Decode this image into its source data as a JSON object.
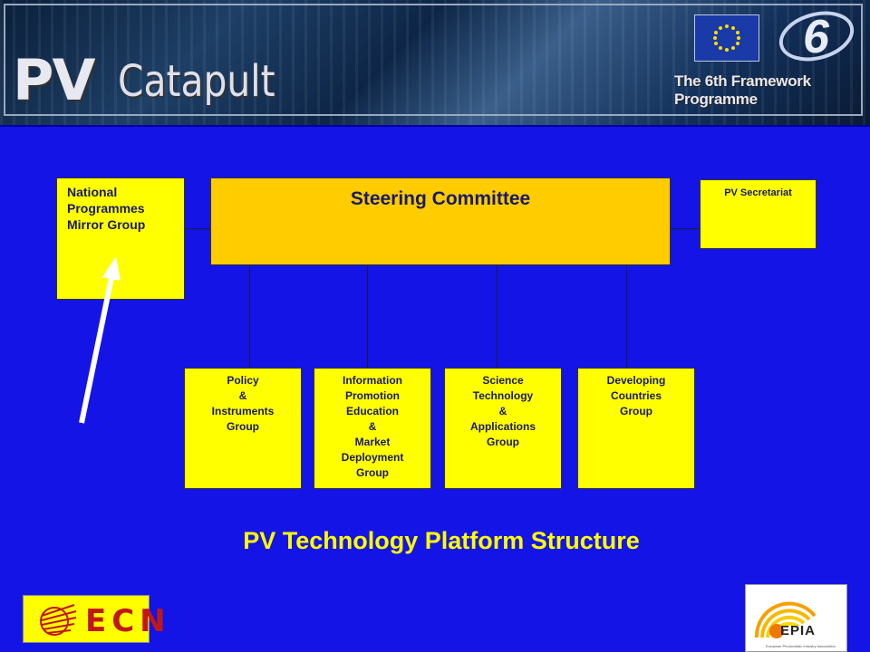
{
  "banner": {
    "logo_pv": "PV",
    "logo_catapult": "Catapult",
    "programme_text": "The 6th Framework Programme",
    "programme_number": "6"
  },
  "diagram": {
    "national_group": "National\nProgrammes\nMirror Group",
    "steering_committee": "Steering Committee",
    "secretariat": "PV Secretariat",
    "groups": [
      {
        "label": "Policy\n&\nInstruments\nGroup"
      },
      {
        "label": "Information\nPromotion\nEducation\n&\nMarket\nDeployment\nGroup"
      },
      {
        "label": "Science\nTechnology\n&\nApplications\nGroup"
      },
      {
        "label": "Developing\nCountries\nGroup"
      }
    ],
    "title": "PV Technology Platform Structure"
  },
  "logos": {
    "ecn": "ECN",
    "epia": "EPIA",
    "epia_sub": "European Photovoltaic Industry Association"
  },
  "colors": {
    "background": "#1414e6",
    "box_fill": "#ffff00",
    "steering_fill": "#ffcc00",
    "title_color": "#ffff00",
    "arrow_color": "#ffffff"
  }
}
